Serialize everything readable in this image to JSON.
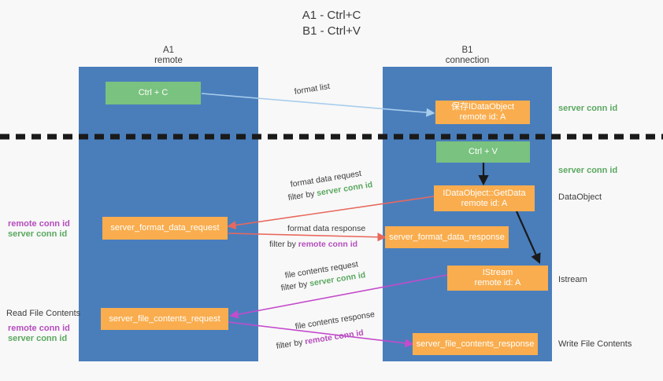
{
  "title": "A1 - Ctrl+C\nB1 - Ctrl+V",
  "lanes": [
    {
      "name": "A1",
      "sub": "remote"
    },
    {
      "name": "B1",
      "sub": "connection"
    }
  ],
  "nodes": {
    "ctrl_c": "Ctrl + C",
    "ctrl_v": "Ctrl + V",
    "save_idataobject_l1": "保存IDataObject",
    "save_idataobject_l2": "remote id: A",
    "getdata_l1": "IDataObject::GetData",
    "getdata_l2": "remote id: A",
    "istream_l1": "IStream",
    "istream_l2": "remote id: A",
    "server_format_data_request": "server_format_data_request",
    "server_format_data_response": "server_format_data_response",
    "server_file_contents_request": "server_file_contents_request",
    "server_file_contents_response": "server_file_contents_response"
  },
  "edge_labels": {
    "format_list": "format list",
    "format_data_request": "format data request",
    "format_data_request_filter_pre": "filter by ",
    "format_data_request_filter_key": "server conn id",
    "format_data_response": "format data response",
    "format_data_response_filter_pre": "filter by ",
    "format_data_response_filter_key": "remote conn id",
    "file_contents_request": "file contents request",
    "file_contents_request_filter_pre": "filter by ",
    "file_contents_request_filter_key": "server conn id",
    "file_contents_response": "file contents response",
    "file_contents_response_filter_pre": "filter by ",
    "file_contents_response_filter_key": "remote conn id"
  },
  "right_annotations": [
    {
      "text": "server conn id",
      "kind": "green"
    },
    {
      "text": "server conn id",
      "kind": "green"
    },
    {
      "text": "DataObject",
      "kind": "plain"
    },
    {
      "text": "Istream",
      "kind": "plain"
    },
    {
      "text": "Write File Contents",
      "kind": "plain"
    }
  ],
  "left_annotations": [
    {
      "text": "remote conn id",
      "kind": "purple"
    },
    {
      "text": "server conn id",
      "kind": "green"
    },
    {
      "text": "Read File Contents",
      "kind": "plain"
    },
    {
      "text": "remote conn id",
      "kind": "purple"
    },
    {
      "text": "server conn id",
      "kind": "green"
    }
  ],
  "colors": {
    "lane": "#4a7ebb",
    "node_orange": "#f9ad4e",
    "node_green": "#7ac27f",
    "arrow_blue": "#a8cdec",
    "arrow_red": "#e8685d",
    "arrow_purple": "#c44bcc",
    "arrow_black": "#1a1a1a",
    "text_green": "#5aa85f",
    "text_purple": "#b54dbd",
    "background": "#f8f8f8"
  }
}
